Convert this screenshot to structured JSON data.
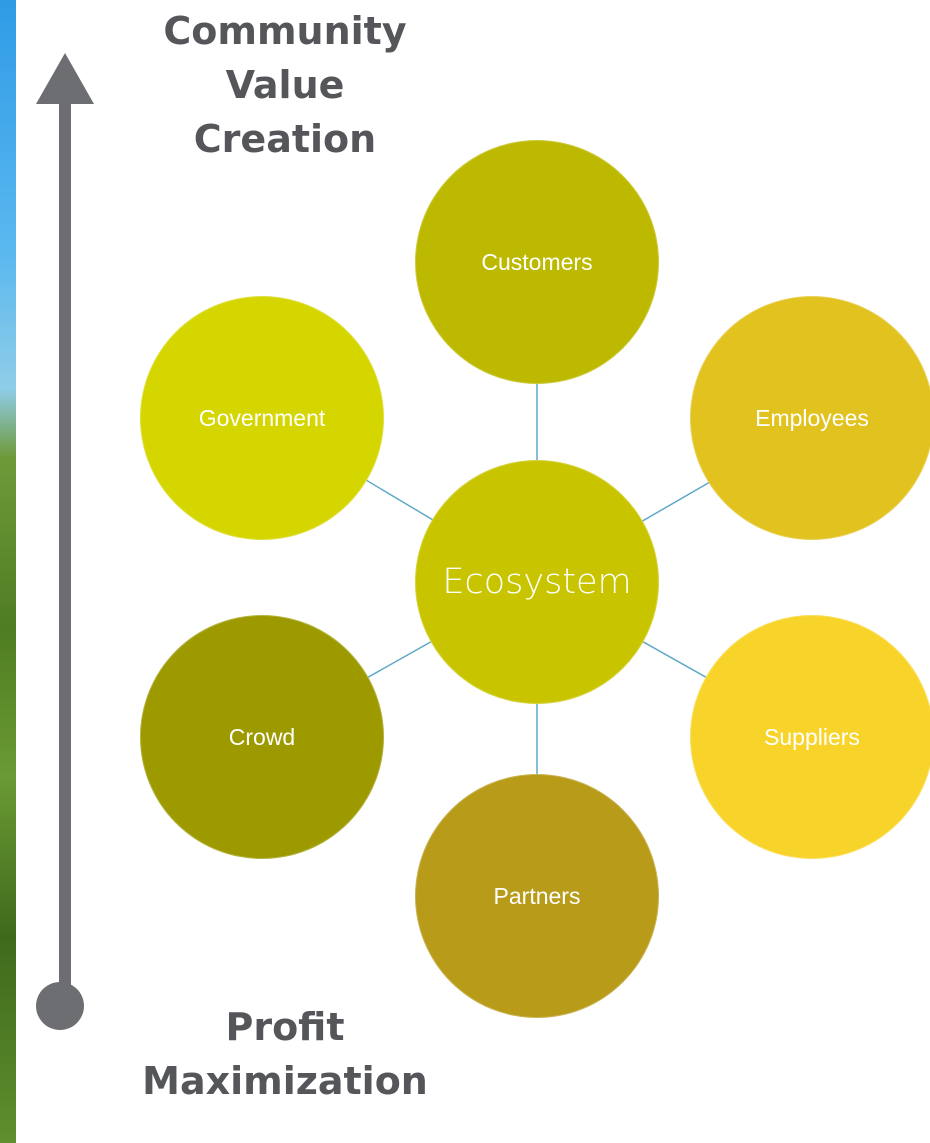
{
  "axis": {
    "top_label_lines": [
      "Community",
      "Value",
      "Creation"
    ],
    "bottom_label_lines": [
      "Profit",
      "Maximization"
    ],
    "color": "#6d6e72"
  },
  "diagram": {
    "center": {
      "label": "Ecosystem",
      "color": "#c8c500"
    },
    "nodes": [
      {
        "label": "Customers",
        "color": "#bdb900"
      },
      {
        "label": "Employees",
        "color": "#e2c21e"
      },
      {
        "label": "Suppliers",
        "color": "#f8d42a"
      },
      {
        "label": "Partners",
        "color": "#b79b19"
      },
      {
        "label": "Crowd",
        "color": "#9d9a00"
      },
      {
        "label": "Government",
        "color": "#d5d500"
      }
    ],
    "connector_color": "#5fa9c8"
  }
}
